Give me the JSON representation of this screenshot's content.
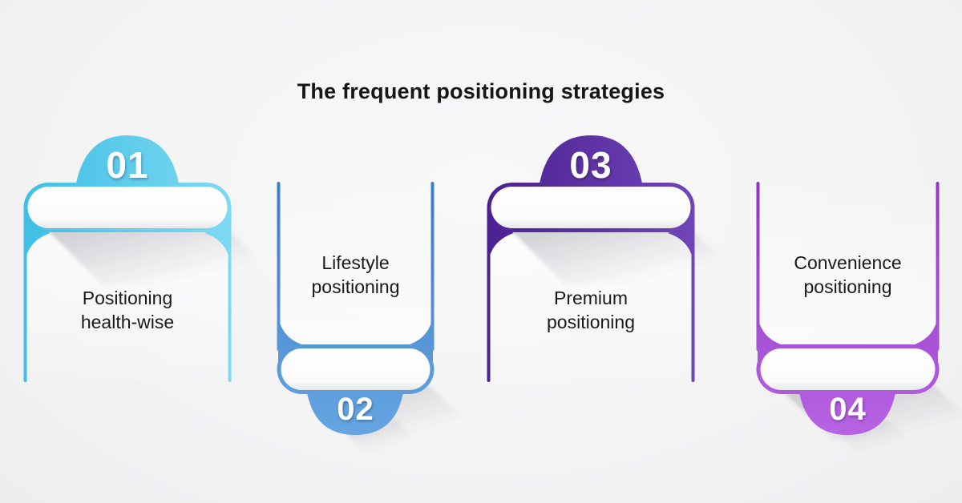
{
  "title": "The frequent positioning strategies",
  "background_color": "#f4f4f5",
  "title_color": "#161616",
  "number_text_color": "#ffffff",
  "label_text_color": "#1a1a1a",
  "cards": [
    {
      "number": "01",
      "label_line1": "Positioning",
      "label_line2": "health-wise",
      "color_dark": "#3fbfe5",
      "color_light": "#7fd9f3",
      "badge_position": "top"
    },
    {
      "number": "02",
      "label_line1": "Lifestyle",
      "label_line2": "positioning",
      "color_dark": "#3d7ec3",
      "color_light": "#66a5e2",
      "badge_position": "bottom"
    },
    {
      "number": "03",
      "label_line1": "Premium",
      "label_line2": "positioning",
      "color_dark": "#4b2191",
      "color_light": "#7045b8",
      "badge_position": "top"
    },
    {
      "number": "04",
      "label_line1": "Convenience",
      "label_line2": "positioning",
      "color_dark": "#8f36c3",
      "color_light": "#b763e4",
      "badge_position": "bottom"
    }
  ]
}
